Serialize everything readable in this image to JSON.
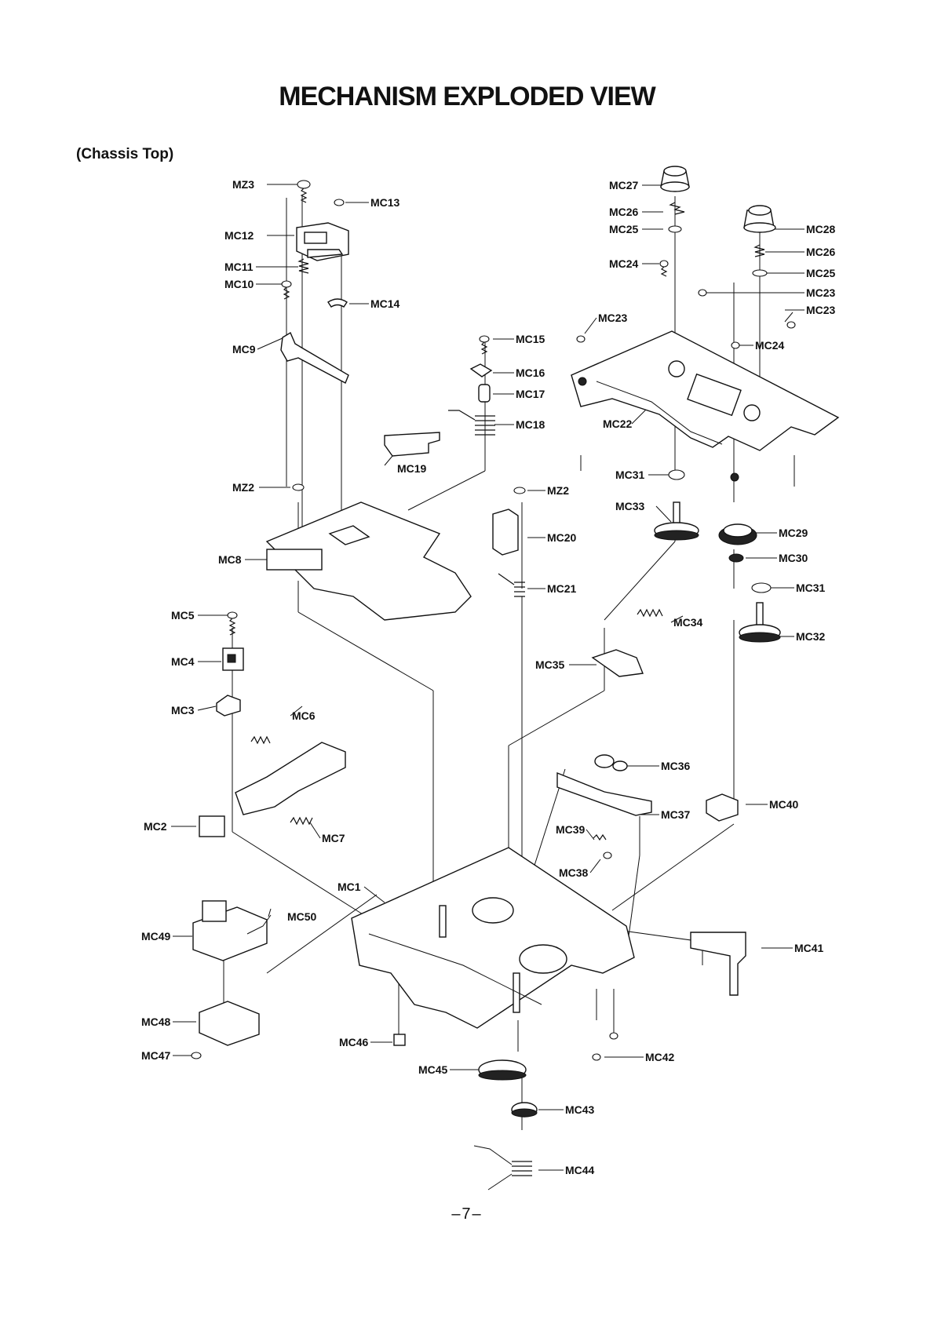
{
  "title": "MECHANISM EXPLODED VIEW",
  "subtitle": "(Chassis Top)",
  "page_number": "–7–",
  "parts": {
    "mz3": "MZ3",
    "mc13": "MC13",
    "mc12": "MC12",
    "mc11": "MC11",
    "mc10": "MC10",
    "mc14": "MC14",
    "mc9": "MC9",
    "mc15": "MC15",
    "mc16": "MC16",
    "mc17": "MC17",
    "mc18": "MC18",
    "mc19": "MC19",
    "mz2_a": "MZ2",
    "mz2_b": "MZ2",
    "mc20": "MC20",
    "mc21": "MC21",
    "mc8": "MC8",
    "mc27": "MC27",
    "mc26_a": "MC26",
    "mc25_a": "MC25",
    "mc24_a": "MC24",
    "mc28": "MC28",
    "mc26_b": "MC26",
    "mc25_b": "MC25",
    "mc23_a": "MC23",
    "mc23_b": "MC23",
    "mc23_c": "MC23",
    "mc24_b": "MC24",
    "mc22": "MC22",
    "mc31_a": "MC31",
    "mc33": "MC33",
    "mc29": "MC29",
    "mc30": "MC30",
    "mc31_b": "MC31",
    "mc32": "MC32",
    "mc34": "MC34",
    "mc35": "MC35",
    "mc5": "MC5",
    "mc4": "MC4",
    "mc3": "MC3",
    "mc6": "MC6",
    "mc2": "MC2",
    "mc7": "MC7",
    "mc36": "MC36",
    "mc37": "MC37",
    "mc40": "MC40",
    "mc39": "MC39",
    "mc38": "MC38",
    "mc1": "MC1",
    "mc50": "MC50",
    "mc49": "MC49",
    "mc41": "MC41",
    "mc48": "MC48",
    "mc47": "MC47",
    "mc46": "MC46",
    "mc42": "MC42",
    "mc45": "MC45",
    "mc43": "MC43",
    "mc44": "MC44"
  }
}
